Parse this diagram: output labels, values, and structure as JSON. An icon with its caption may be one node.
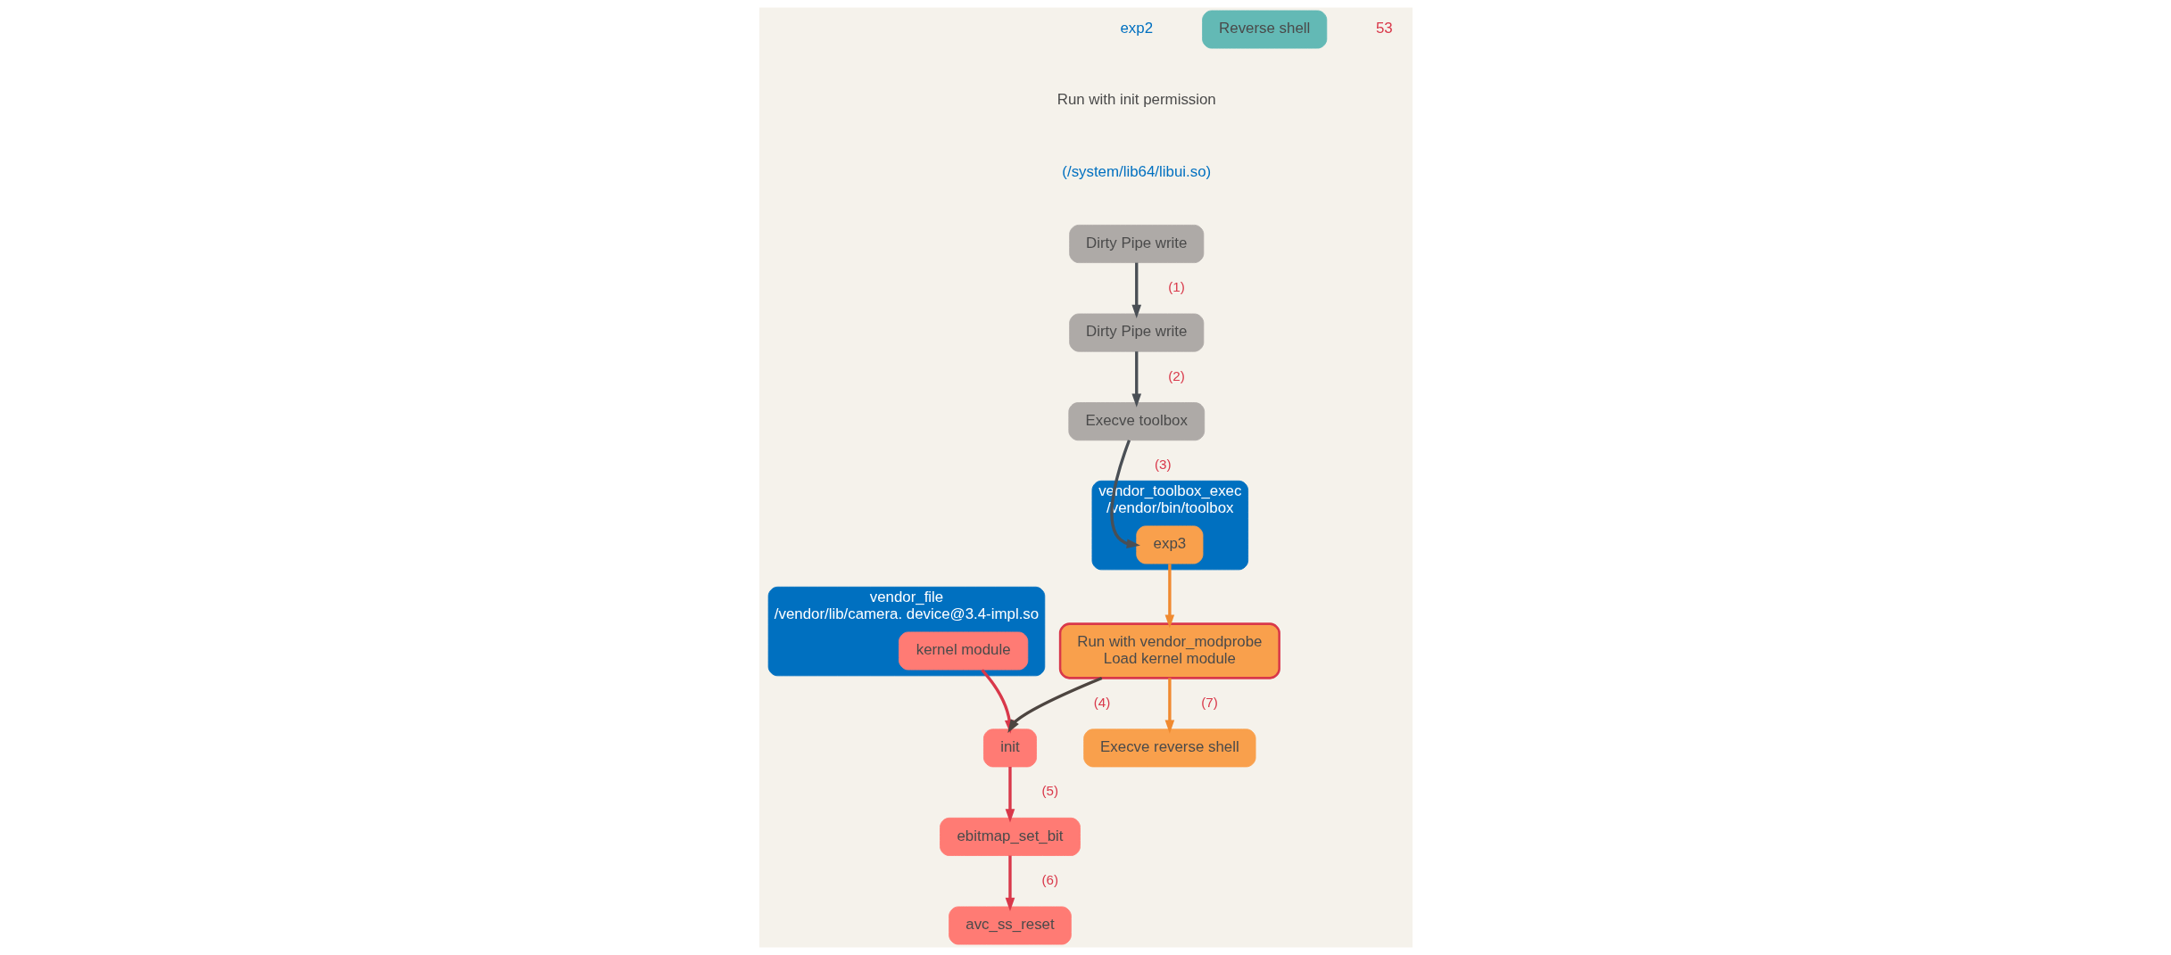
{
  "diagram": {
    "nodes": [
      {
        "text": [
          "Dirty Pipe write"
        ]
      },
      {
        "text": [
          "Dirty Pipe write"
        ]
      },
      {
        "text": [
          "Execve toolbox"
        ]
      },
      {
        "text": [
          "vendor_file",
          "/vendor/lib/camera. device@3.4-impl.so"
        ]
      },
      {
        "text": [
          "kernel module"
        ],
        "in": 3
      },
      {
        "text": [
          "vendor_toolbox_exec",
          "/vendor/bin/toolbox"
        ]
      },
      {
        "text": [
          "exp3"
        ],
        "in": 5
      },
      {
        "text": [
          "init"
        ]
      },
      {
        "text": [
          "ebitmap_set_bit"
        ]
      },
      {
        "text": [
          "avc_ss_reset"
        ]
      },
      {
        "text": [
          "Run with vendor_modprobe",
          "Load kernel module"
        ]
      },
      {
        "text": [
          "Execve reverse shell"
        ]
      },
      {
        "text": [
          "Reverse shell"
        ]
      }
    ],
    "edges": [
      {
        "from": 0,
        "to": 1,
        "arrow": "to",
        "label": "(1)"
      },
      {
        "from": 1,
        "to": 2,
        "arrow": "to",
        "label": "(2)"
      },
      {
        "from": 2,
        "to": 6,
        "arrow": "to",
        "label": "(3)"
      },
      {
        "from": 4,
        "to": 7,
        "arrow": "to",
        "color": "#d9384a"
      },
      {
        "from": 7,
        "to": 8,
        "arrow": "to",
        "label": "(5)",
        "color": "#d9384a"
      },
      {
        "from": 8,
        "to": 9,
        "arrow": "to",
        "label": "(6)",
        "color": "#d9384a"
      },
      {
        "from": 6,
        "to": 10,
        "arrow": "to",
        "color": "#f08a30"
      },
      {
        "from": 10,
        "to": 7,
        "arrow": "to",
        "label": "(4)",
        "color": "#4d4540"
      },
      {
        "from": 10,
        "to": 11,
        "arrow": "to",
        "label": "(7)",
        "color": "#f08a30"
      }
    ],
    "labels": [
      "exp2",
      "Run with init permission",
      "(/system/lib64/libui.so)",
      "53"
    ]
  }
}
